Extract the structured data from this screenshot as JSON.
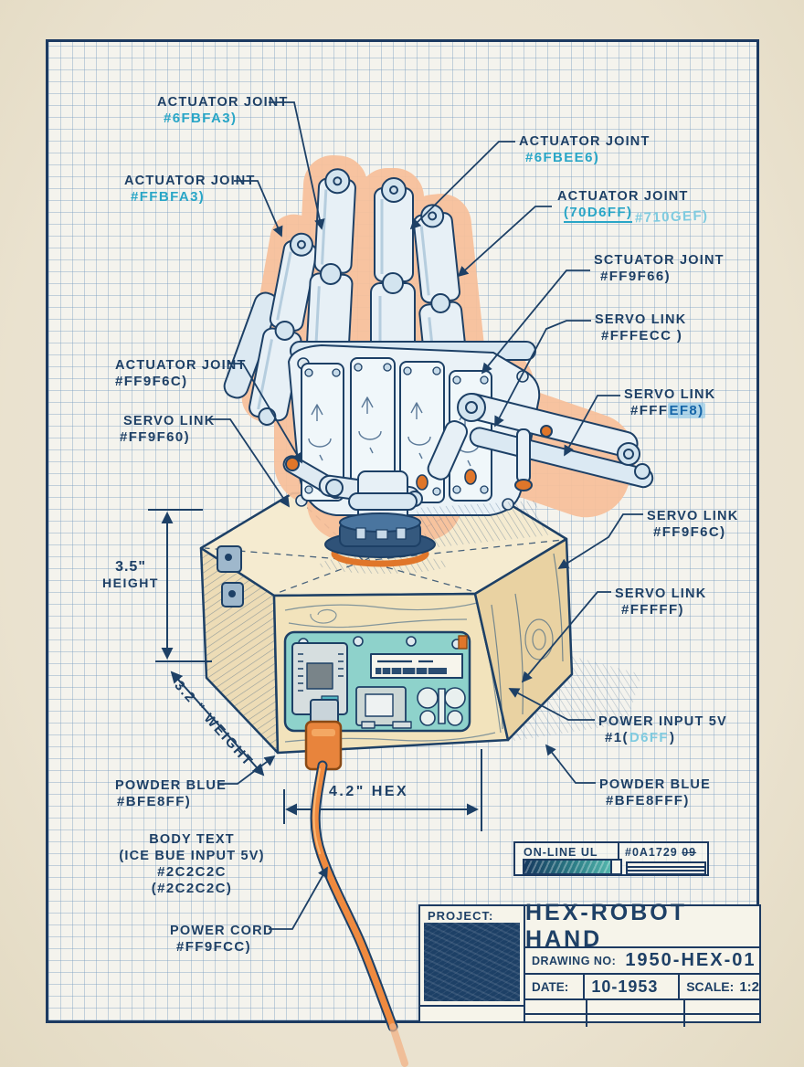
{
  "callouts": [
    {
      "title": "ACTUATOR JOINT",
      "code": "#6FBFA3)"
    },
    {
      "title": "ACTUATOR JOINT",
      "code": "#FFBFA3)"
    },
    {
      "title": "ACTUATOR JOINT",
      "code": "#6FBEE6)"
    },
    {
      "title": "ACTUATOR JOINT",
      "code": "(70D6FF)",
      "code2": "#710GEF)"
    },
    {
      "title": "SCTUATOR JOINT",
      "code": "#FF9F66)"
    },
    {
      "title": "SERVO LINK",
      "code": "#FFFECC )"
    },
    {
      "title": "SERVO LINK",
      "code": "#FFF",
      "code2": "EF8)"
    },
    {
      "title": "ACTUATOR JOINT",
      "code": "#FF9F6C)"
    },
    {
      "title": "SERVO LINK",
      "code": "#FF9F60)"
    },
    {
      "title": "SERVO LINK",
      "code": "#FF9F6C)"
    },
    {
      "title": "SERVO LINK",
      "code": "#FFFFF)"
    },
    {
      "title": "POWER INPUT 5V",
      "code": "#1(",
      "code2": "D6FF",
      "code3": ")"
    },
    {
      "title": "POWDER BLUE",
      "code": "#BFE8FFF)"
    },
    {
      "title": "POWDER BLUE",
      "code": "#BFE8FF)"
    },
    {
      "title": "BODY TEXT",
      "line2": "(ICE BUE INPUT 5V)",
      "line3": "#2C2C2C",
      "line4": "(#2C2C2C)"
    },
    {
      "title": "POWER CORD",
      "code": "#FF9FCC)"
    }
  ],
  "dimensions": {
    "height_value": "3.5\"",
    "height_label": "HEIGHT",
    "diagonal": "3.2 \" WEIGHT",
    "hex_width": "4.2\" HEX"
  },
  "legend": {
    "label": "ON-LINE UL",
    "code": "#0A1729",
    "code_suffix": "09"
  },
  "title_block": {
    "project_label": "PROJECT:",
    "title": "HEX-ROBOT HAND",
    "drawing_no_label": "DRAWING NO:",
    "drawing_no": "1950-HEX-01",
    "date_label": "DATE:",
    "date_value": "10-1953",
    "scale_label": "SCALE:",
    "scale_value": "1:2"
  },
  "colors": {
    "ink_navy": "#1e4066",
    "hex_cyan": "#29a6c7",
    "hex_cyan_light": "#7fcbe0",
    "glow_orange": "#f8c09a",
    "cord_orange": "#ef8a3f",
    "panel_teal": "#8ed2cb",
    "paper": "#eae2cf",
    "grid_blue": "#b9cfdf"
  }
}
